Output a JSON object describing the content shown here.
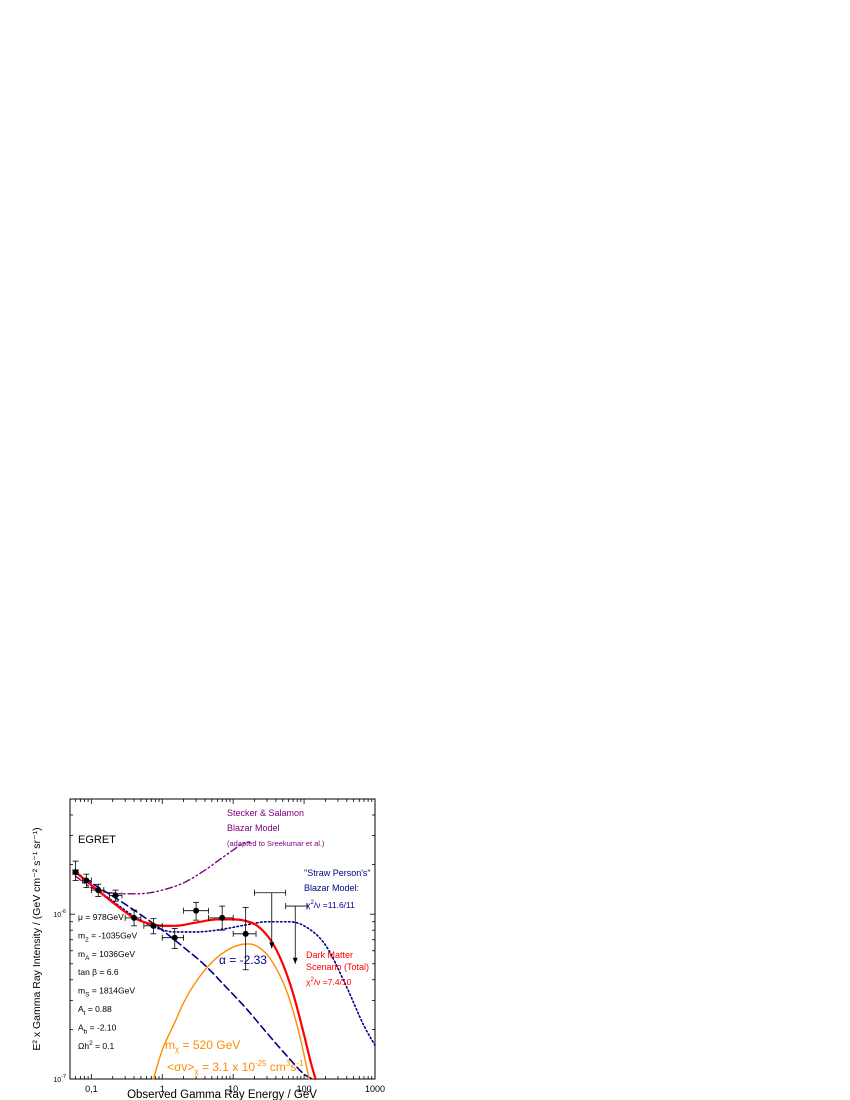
{
  "chart_data": {
    "type": "line",
    "title": "",
    "xlabel": "Observed Gamma Ray Energy / GeV",
    "ylabel": "E² x Gamma Ray Intensity  / (GeV cm⁻² s⁻¹ sr⁻¹)",
    "xscale": "log",
    "yscale": "log",
    "xlim": [
      0.05,
      1000
    ],
    "ylim": [
      1e-07,
      5e-06
    ],
    "grid": false,
    "xticks": [
      {
        "value": 0.1,
        "label": "0,1"
      },
      {
        "value": 1,
        "label": "1"
      },
      {
        "value": 10,
        "label": "10"
      },
      {
        "value": 100,
        "label": "100"
      },
      {
        "value": 1000,
        "label": "1000"
      }
    ],
    "yticks": [
      {
        "value": 1e-07,
        "base": "10",
        "exp": "-7"
      },
      {
        "value": 1e-06,
        "base": "10",
        "exp": "-6"
      }
    ],
    "series": [
      {
        "name": "EGRET",
        "kind": "points",
        "color": "#000000",
        "points": [
          {
            "x": 0.06,
            "y": 1.8e-06,
            "xerr": [
              0.055,
              0.065
            ],
            "yerr": [
              1.6e-06,
              2.1e-06
            ]
          },
          {
            "x": 0.085,
            "y": 1.6e-06,
            "xerr": [
              0.075,
              0.1
            ],
            "yerr": [
              1.45e-06,
              1.75e-06
            ]
          },
          {
            "x": 0.125,
            "y": 1.4e-06,
            "xerr": [
              0.1,
              0.15
            ],
            "yerr": [
              1.28e-06,
              1.52e-06
            ]
          },
          {
            "x": 0.22,
            "y": 1.3e-06,
            "xerr": [
              0.18,
              0.27
            ],
            "yerr": [
              1.2e-06,
              1.4e-06
            ]
          },
          {
            "x": 0.4,
            "y": 9.5e-07,
            "xerr": [
              0.3,
              0.5
            ],
            "yerr": [
              8.5e-07,
              1.06e-06
            ]
          },
          {
            "x": 0.75,
            "y": 8.5e-07,
            "xerr": [
              0.55,
              1.0
            ],
            "yerr": [
              7.6e-07,
              9.4e-07
            ]
          },
          {
            "x": 1.5,
            "y": 7.2e-07,
            "xerr": [
              1.0,
              2.0
            ],
            "yerr": [
              6.2e-07,
              8.2e-07
            ]
          },
          {
            "x": 3.0,
            "y": 1.05e-06,
            "xerr": [
              2.0,
              4.5
            ],
            "yerr": [
              9.2e-07,
              1.18e-06
            ]
          },
          {
            "x": 7.0,
            "y": 9.5e-07,
            "xerr": [
              4.5,
              10.0
            ],
            "yerr": [
              8e-07,
              1.12e-06
            ]
          },
          {
            "x": 15.0,
            "y": 7.6e-07,
            "xerr": [
              10.0,
              21.0
            ],
            "yerr": [
              4.6e-07,
              1.1e-06
            ]
          }
        ],
        "upper_limits": [
          {
            "x": 35.0,
            "y": 1.35e-06,
            "xerr": [
              20.0,
              55.0
            ],
            "yto": 6.2e-07
          },
          {
            "x": 75.0,
            "y": 1.12e-06,
            "xerr": [
              55.0,
              110.0
            ],
            "yto": 5e-07
          }
        ]
      },
      {
        "name": "Stecker & Salamon Blazar Model",
        "style": "dash-dot-dot",
        "color": "#800080",
        "x": [
          0.06,
          0.1,
          0.3,
          0.6,
          1.0,
          2.0,
          4.0,
          7.0,
          10.0,
          13.0,
          17.0
        ],
        "y": [
          1.7e-06,
          1.45e-06,
          1.33e-06,
          1.34e-06,
          1.4e-06,
          1.55e-06,
          1.85e-06,
          2.2e-06,
          2.45e-06,
          2.65e-06,
          2.75e-06
        ]
      },
      {
        "name": "\"Straw Person's\" Blazar Model",
        "style": "dotted",
        "color": "#00008b",
        "x": [
          0.06,
          0.1,
          0.2,
          0.4,
          0.8,
          1.5,
          3.0,
          7.0,
          15.0,
          30.0,
          60.0,
          100.0,
          200.0,
          400.0,
          700.0,
          1000.0
        ],
        "y": [
          1.8e-06,
          1.5e-06,
          1.2e-06,
          9.7e-07,
          8.3e-07,
          7.8e-07,
          7.8e-07,
          8.1e-07,
          8.6e-07,
          9e-07,
          9e-07,
          8.5e-07,
          6.5e-07,
          3.6e-07,
          2.1e-07,
          1.6e-07
        ]
      },
      {
        "name": "α = -2.33",
        "style": "dashed",
        "color": "#00008b",
        "x": [
          0.06,
          0.1,
          0.3,
          1.0,
          2.0,
          4.0,
          8.0,
          15.0,
          30.0,
          60.0,
          100.0,
          130.0
        ],
        "y": [
          1.8e-06,
          1.55e-06,
          1.15e-06,
          8e-07,
          6.3e-07,
          4.9e-07,
          3.6e-07,
          2.7e-07,
          1.9e-07,
          1.35e-07,
          1.07e-07,
          1e-07
        ]
      },
      {
        "name": "Dark Matter Scenario (Total)",
        "style": "solid",
        "color": "#ff0000",
        "x": [
          0.06,
          0.1,
          0.2,
          0.4,
          0.8,
          1.5,
          3.0,
          6.0,
          10.0,
          15.0,
          22.0,
          35.0,
          50.0,
          70.0,
          100.0,
          125.0,
          145.0
        ],
        "y": [
          1.8e-06,
          1.5e-06,
          1.18e-06,
          9.5e-07,
          8.6e-07,
          8.5e-07,
          8.9e-07,
          9.3e-07,
          9.3e-07,
          9.1e-07,
          8.5e-07,
          6.8e-07,
          5e-07,
          3.3e-07,
          1.85e-07,
          1.25e-07,
          1e-07
        ]
      },
      {
        "name": "mχ = 520 GeV",
        "style": "solid",
        "color": "#ff8c00",
        "x": [
          0.75,
          1.0,
          1.5,
          2.0,
          3.0,
          5.0,
          8.0,
          12.0,
          16.0,
          20.0,
          30.0,
          45.0,
          60.0,
          80.0,
          100.0,
          118.0
        ],
        "y": [
          1e-07,
          1.5e-07,
          2.2e-07,
          2.9e-07,
          3.9e-07,
          5.1e-07,
          6e-07,
          6.5e-07,
          6.6e-07,
          6.5e-07,
          5.7e-07,
          4.3e-07,
          3.2e-07,
          2.1e-07,
          1.4e-07,
          1e-07
        ]
      }
    ],
    "annotations": {
      "egret": "EGRET",
      "stecker_1": "Stecker & Salamon",
      "stecker_2": "Blazar Model",
      "stecker_3": "(adapted to Sreekumar et al.)",
      "straw_1": "\"Straw Person's\"",
      "straw_2": "Blazar Model:",
      "straw_chi": "=11.6/11",
      "alpha": "α = -2.33",
      "dm_1": "Dark Matter",
      "dm_2": "Scenario (Total)",
      "dm_chi": "=7.4/10",
      "mchi_text": "m",
      "mchi_sub": "χ",
      "mchi_val": " = 520 GeV",
      "sigma_text": "<σv>",
      "sigma_sub": "χ",
      "sigma_val": " = 3.1 x 10",
      "sigma_exp": "-25",
      "sigma_unit": " cm",
      "sigma_unit_exp": "3",
      "sigma_unit2": "s",
      "sigma_unit2_exp": "-1",
      "params": [
        {
          "main": "μ = 978GeV",
          "sub": "",
          "rest": ""
        },
        {
          "main": "m",
          "sub": "2",
          "rest": " = -1035GeV"
        },
        {
          "main": "m",
          "sub": "A",
          "rest": " = 1036GeV"
        },
        {
          "main": "tan β = 6.6",
          "sub": "",
          "rest": ""
        },
        {
          "main": "m",
          "sub": "S",
          "rest": " = 1814GeV"
        },
        {
          "main": "A",
          "sub": "t",
          "rest": " = 0.88"
        },
        {
          "main": "A",
          "sub": "b",
          "rest": " = -2.10"
        },
        {
          "main": "Ωh",
          "sup": "2",
          "rest": " = 0.1"
        }
      ]
    },
    "colors": {
      "egret": "#000000",
      "stecker": "#800080",
      "straw": "#00008b",
      "alpha": "#00008b",
      "dm": "#ff0000",
      "mchi": "#ff8c00"
    }
  }
}
